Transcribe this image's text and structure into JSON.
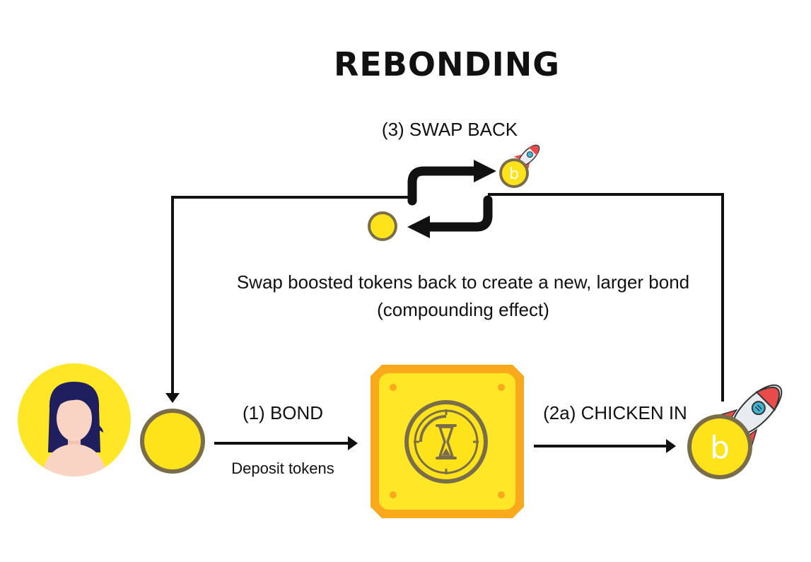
{
  "diagram": {
    "title": "REBONDING",
    "step3_label": "(3) SWAP BACK",
    "swap_description": "Swap boosted tokens back to create a new, larger bond (compounding effect)",
    "step1_label": "(1) BOND",
    "step1_sublabel": "Deposit tokens",
    "step2a_label": "(2a) CHICKEN IN",
    "boosted_token_letter": "b",
    "icons": {
      "user": "user-avatar-icon",
      "token": "token-coin-icon",
      "vault": "bond-vault-icon",
      "hourglass": "hourglass-icon",
      "boosted_token": "boosted-token-icon",
      "rocket": "rocket-icon",
      "swap": "swap-arrows-icon"
    },
    "colors": {
      "coin_yellow": "#FFE31A",
      "coin_rim": "#7A6E4A",
      "vault_orange": "#F9A91B",
      "vault_yellow": "#FFE727",
      "avatar_bg": "#FFE727",
      "hair": "#1F1E5E",
      "skin": "#F9D4C4",
      "line": "#111111",
      "rocket_red": "#E94B4B",
      "rocket_blue": "#3FB5D6"
    }
  }
}
